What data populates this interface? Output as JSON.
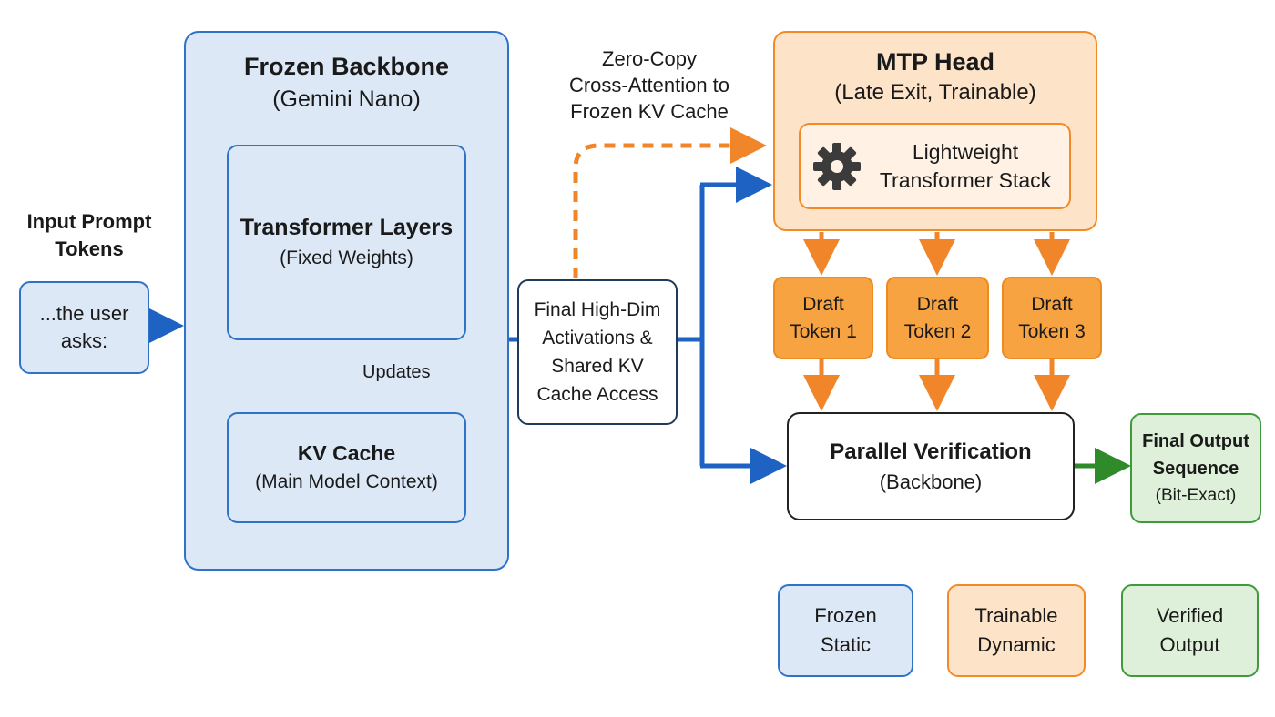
{
  "input": {
    "label_lines": [
      "Input Prompt",
      "Tokens"
    ],
    "token_lines": [
      "...the user",
      "asks:"
    ]
  },
  "backbone": {
    "title": "Frozen Backbone",
    "subtitle": "(Gemini Nano)",
    "layers_title": "Transformer Layers",
    "layers_sub": "(Fixed Weights)",
    "updates_label": "Updates",
    "kv_title": "KV Cache",
    "kv_sub": "(Main Model Context)"
  },
  "activations": {
    "lines": [
      "Final High-Dim",
      "Activations &",
      "Shared KV",
      "Cache Access"
    ]
  },
  "cross_attention": {
    "lines": [
      "Zero-Copy",
      "Cross-Attention to",
      "Frozen KV Cache"
    ]
  },
  "mtp": {
    "title": "MTP Head",
    "subtitle": "(Late Exit, Trainable)",
    "stack_lines": [
      "Lightweight",
      "Transformer Stack"
    ],
    "stack_icon": "gear-icon"
  },
  "drafts": [
    {
      "lines": [
        "Draft",
        "Token 1"
      ]
    },
    {
      "lines": [
        "Draft",
        "Token 2"
      ]
    },
    {
      "lines": [
        "Draft",
        "Token 3"
      ]
    }
  ],
  "verification": {
    "title": "Parallel Verification",
    "subtitle": "(Backbone)"
  },
  "output": {
    "title_lines": [
      "Final Output",
      "Sequence"
    ],
    "subtitle": "(Bit-Exact)"
  },
  "legend": [
    {
      "lines": [
        "Frozen",
        "Static"
      ],
      "color": "#2f73c9"
    },
    {
      "lines": [
        "Trainable",
        "Dynamic"
      ],
      "color": "#f28a2a"
    },
    {
      "lines": [
        "Verified",
        "Output"
      ],
      "color": "#3f9a3b"
    }
  ],
  "colors": {
    "blue": "#1e63c4",
    "orange": "#f0852a",
    "green": "#2f8a2a"
  }
}
